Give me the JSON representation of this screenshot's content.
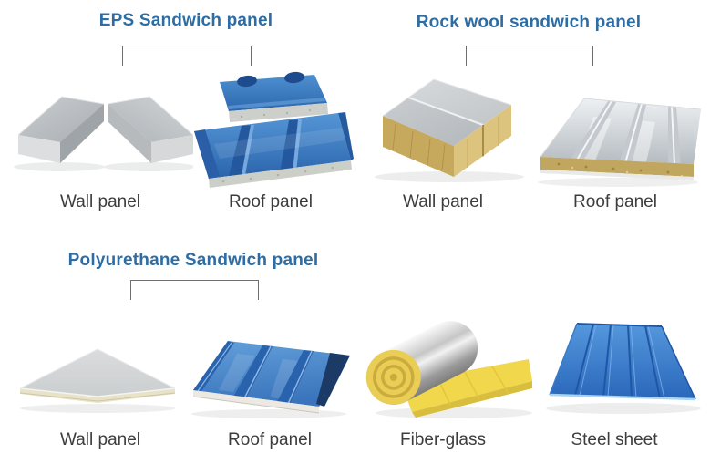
{
  "sections": [
    {
      "id": "eps",
      "title": "EPS Sandwich panel",
      "items": [
        {
          "label": "Wall panel",
          "image": "eps-wall-panel-photo"
        },
        {
          "label": "Roof panel",
          "image": "eps-roof-panel-photo"
        }
      ]
    },
    {
      "id": "rockwool",
      "title": "Rock wool sandwich panel",
      "items": [
        {
          "label": "Wall panel",
          "image": "rockwool-wall-panel-photo"
        },
        {
          "label": "Roof panel",
          "image": "rockwool-roof-panel-photo"
        }
      ]
    },
    {
      "id": "polyurethane",
      "title": "Polyurethane Sandwich panel",
      "items": [
        {
          "label": "Wall panel",
          "image": "polyurethane-wall-panel-photo"
        },
        {
          "label": "Roof panel",
          "image": "polyurethane-roof-panel-photo"
        }
      ]
    },
    {
      "id": "materials",
      "title": "",
      "items": [
        {
          "label": "Fiber-glass",
          "image": "fiberglass-roll-photo"
        },
        {
          "label": "Steel sheet",
          "image": "steel-sheet-photo"
        }
      ]
    }
  ],
  "colors": {
    "heading_blue": "#2d6da3",
    "label_gray": "#3d3d3d",
    "bracket_gray": "#6e6e6e",
    "panel_blue": "#3f7fc4",
    "panel_blue_dark": "#1f549c",
    "steel_gray": "#c3c7ca",
    "foam_gray": "#cccfc8",
    "rockwool_yellow": "#c9ad62",
    "fiberglass_yellow": "#f0d74b",
    "foil_silver": "#d9d9d9",
    "background": "#ffffff"
  }
}
